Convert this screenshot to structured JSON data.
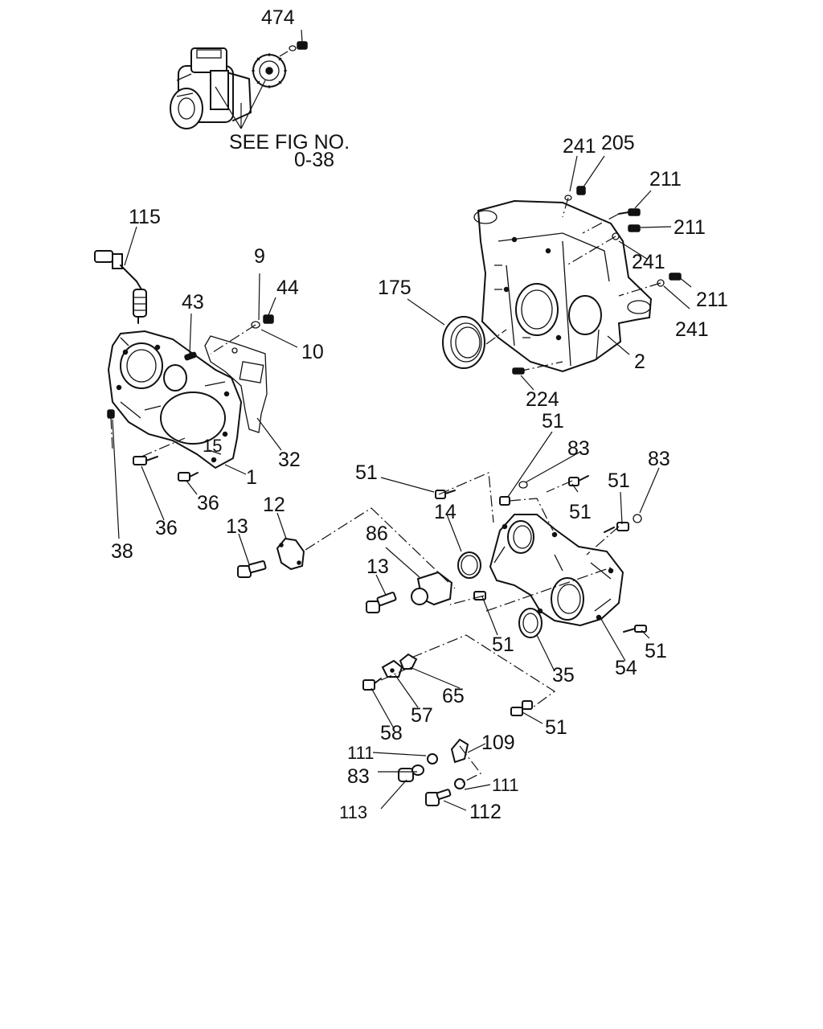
{
  "callouts": {
    "c474": "474",
    "see_fig_line1": "SEE FIG NO.",
    "see_fig_line2": "0-38",
    "c241a": "241",
    "c205": "205",
    "c211a": "211",
    "c211b": "211",
    "c241b": "241",
    "c211c": "211",
    "c241c": "241",
    "c175": "175",
    "c2": "2",
    "c224": "224",
    "c115": "115",
    "c9": "9",
    "c44": "44",
    "c43": "43",
    "c10": "10",
    "c32": "32",
    "c1": "1",
    "c36a": "36",
    "c36b": "36",
    "c38": "38",
    "c12": "12",
    "c13a": "13",
    "c13b": "13",
    "c86": "86",
    "c14": "14",
    "c51a": "51",
    "c51b": "51",
    "c83a": "83",
    "c51c": "51",
    "c51d": "51",
    "c83b": "83",
    "c51e": "51",
    "c51f": "51",
    "c54": "54",
    "c35": "35",
    "c65": "65",
    "c57": "57",
    "c58": "58",
    "c51g": "51",
    "c109": "109",
    "c111a": "111",
    "c83c": "83",
    "c111b": "111",
    "c113": "113",
    "c112": "112"
  }
}
